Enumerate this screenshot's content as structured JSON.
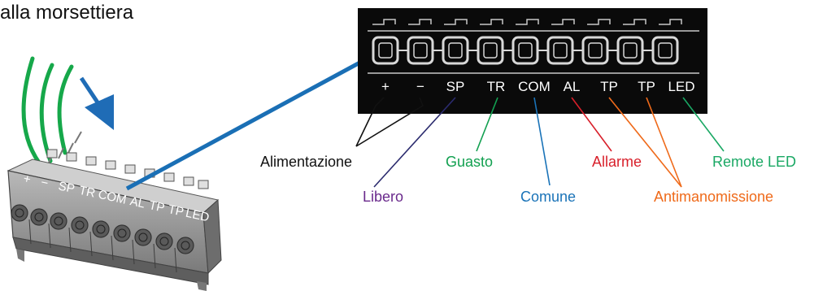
{
  "title": "alla morsettiera",
  "terminals": [
    "+",
    "−",
    "SP",
    "TR",
    "COM",
    "AL",
    "TP",
    "TP",
    "LED"
  ],
  "labels": {
    "alimentazione": "Alimentazione",
    "libero": "Libero",
    "guasto": "Guasto",
    "comune": "Comune",
    "allarme": "Allarme",
    "antimanomissione": "Antimanomissione",
    "remote_led": "Remote LED"
  },
  "colors": {
    "alimentazione": "#111111",
    "libero": "#6a2a8c",
    "guasto": "#12a050",
    "comune": "#1a73b8",
    "allarme": "#d81f2a",
    "antimanomissione": "#ef6a1a",
    "remote_led": "#1aa864",
    "connector": "#1a6fb5",
    "wires": "#16a84a",
    "arrow": "#1f6cb6"
  }
}
